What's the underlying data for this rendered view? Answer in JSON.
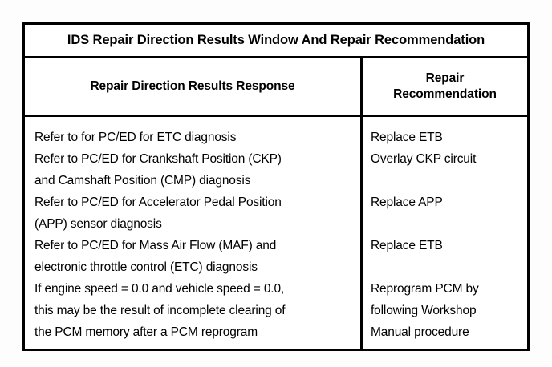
{
  "table": {
    "title": "IDS Repair Direction Results Window And Repair Recommendation",
    "headers": {
      "left": "Repair Direction Results Response",
      "right_line1": "Repair",
      "right_line2": "Recommendation"
    },
    "response_lines": [
      "Refer to for PC/ED for ETC diagnosis",
      "Refer to PC/ED for Crankshaft Position (CKP)",
      "and Camshaft Position (CMP) diagnosis",
      "Refer to PC/ED for Accelerator Pedal Position",
      "(APP) sensor diagnosis",
      "Refer to PC/ED for Mass Air Flow (MAF) and",
      "electronic throttle control (ETC) diagnosis",
      "If engine speed = 0.0 and vehicle speed = 0.0,",
      "this may be the result of incomplete clearing of",
      "the PCM memory after a PCM reprogram"
    ],
    "recommendation_lines": [
      "Replace ETB",
      "Overlay CKP circuit",
      "",
      "Replace APP",
      "",
      "Replace ETB",
      "",
      "Reprogram PCM by",
      "following Workshop",
      "Manual procedure"
    ]
  }
}
